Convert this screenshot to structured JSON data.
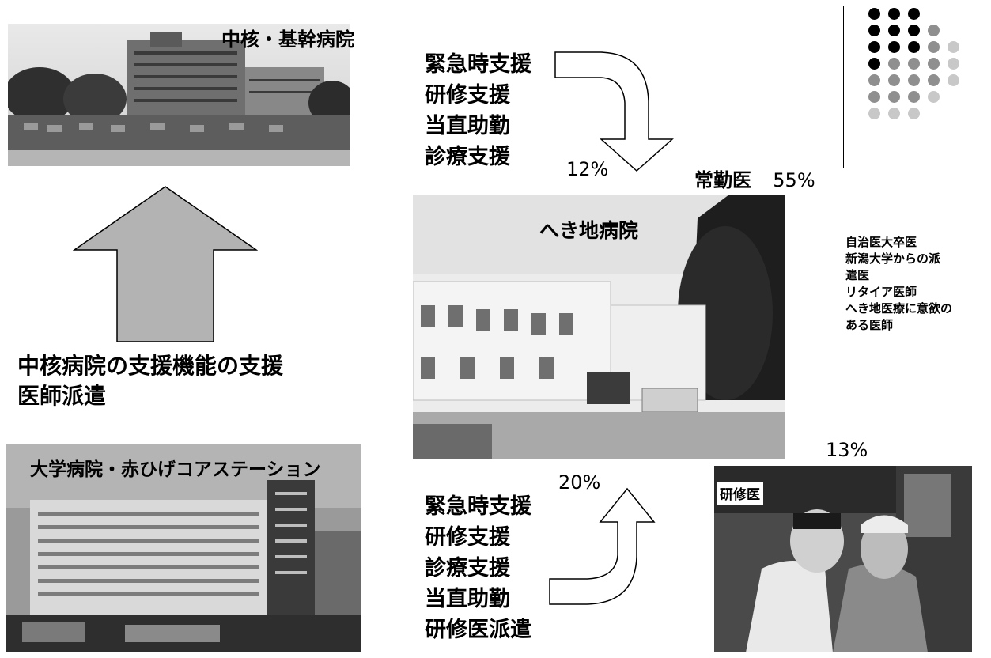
{
  "top_left": {
    "caption": "中核・基幹病院"
  },
  "left_mid": {
    "lines": [
      "中核病院の支援機能の支援",
      "医師派遣"
    ]
  },
  "bottom_left": {
    "caption": "大学病院・赤ひげコアステーション"
  },
  "top_support": {
    "items": [
      "緊急時支援",
      "研修支援",
      "当直助勤",
      "診療支援"
    ]
  },
  "bottom_support": {
    "items": [
      "緊急時支援",
      "研修支援",
      "診療支援",
      "当直助勤",
      "研修医派遣"
    ]
  },
  "center": {
    "caption": "へき地病院"
  },
  "percentages": {
    "top": "12%",
    "bottom": "20%",
    "trainee": "13%"
  },
  "fulltime": {
    "label": "常勤医",
    "value": "55%"
  },
  "fulltime_list": [
    "自治医大卒医",
    "新潟大学からの派",
    "遣医",
    "リタイア医師",
    "へき地医療に意欲の",
    "ある医師"
  ],
  "trainee": {
    "caption": "研修医"
  },
  "colors": {
    "dark_dot": "#000000",
    "mid_dot": "#8f8f8f",
    "light_dot": "#c8c8c8",
    "arrow_fill": "#b3b3b3"
  }
}
